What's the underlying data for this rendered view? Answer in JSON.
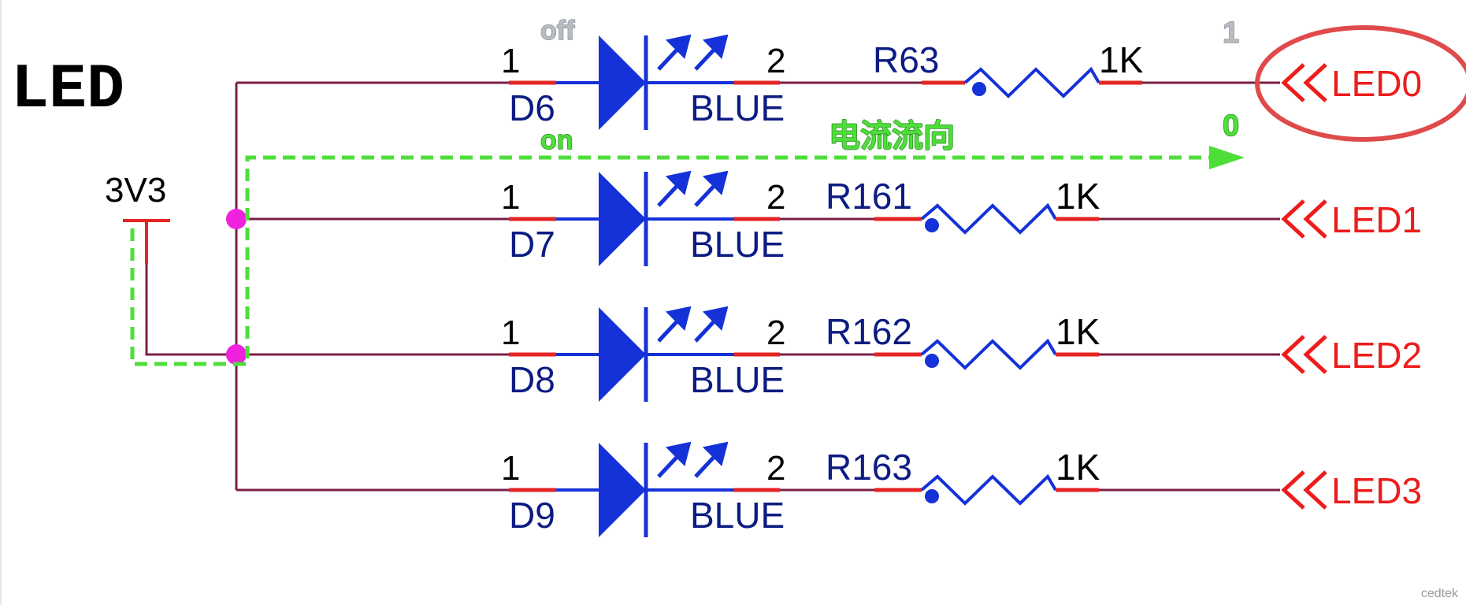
{
  "title": "LED",
  "power": {
    "label": "3V3"
  },
  "colors": {
    "wire": "#7a1f45",
    "component": "#1531d8",
    "text_dark": "#0c1c82",
    "pin_stub": "#e52424",
    "net": "#ee1c1c",
    "junction": "#ee22dd",
    "current_path": "#4ede3a",
    "highlight": "#e04a4a",
    "annotation": "#b8bcc2"
  },
  "channels": [
    {
      "pin1": "1",
      "pin2": "2",
      "diode": "D6",
      "color": "BLUE",
      "resistor": "R63",
      "value": "1K",
      "net": "LED0"
    },
    {
      "pin1": "1",
      "pin2": "2",
      "diode": "D7",
      "color": "BLUE",
      "resistor": "R161",
      "value": "1K",
      "net": "LED1"
    },
    {
      "pin1": "1",
      "pin2": "2",
      "diode": "D8",
      "color": "BLUE",
      "resistor": "R162",
      "value": "1K",
      "net": "LED2"
    },
    {
      "pin1": "1",
      "pin2": "2",
      "diode": "D9",
      "color": "BLUE",
      "resistor": "R163",
      "value": "1K",
      "net": "LED3"
    }
  ],
  "annotations": {
    "off": "off",
    "on": "on",
    "level_high": "1",
    "level_low": "0",
    "current_direction": "电流流向"
  },
  "watermark": "cedtek"
}
